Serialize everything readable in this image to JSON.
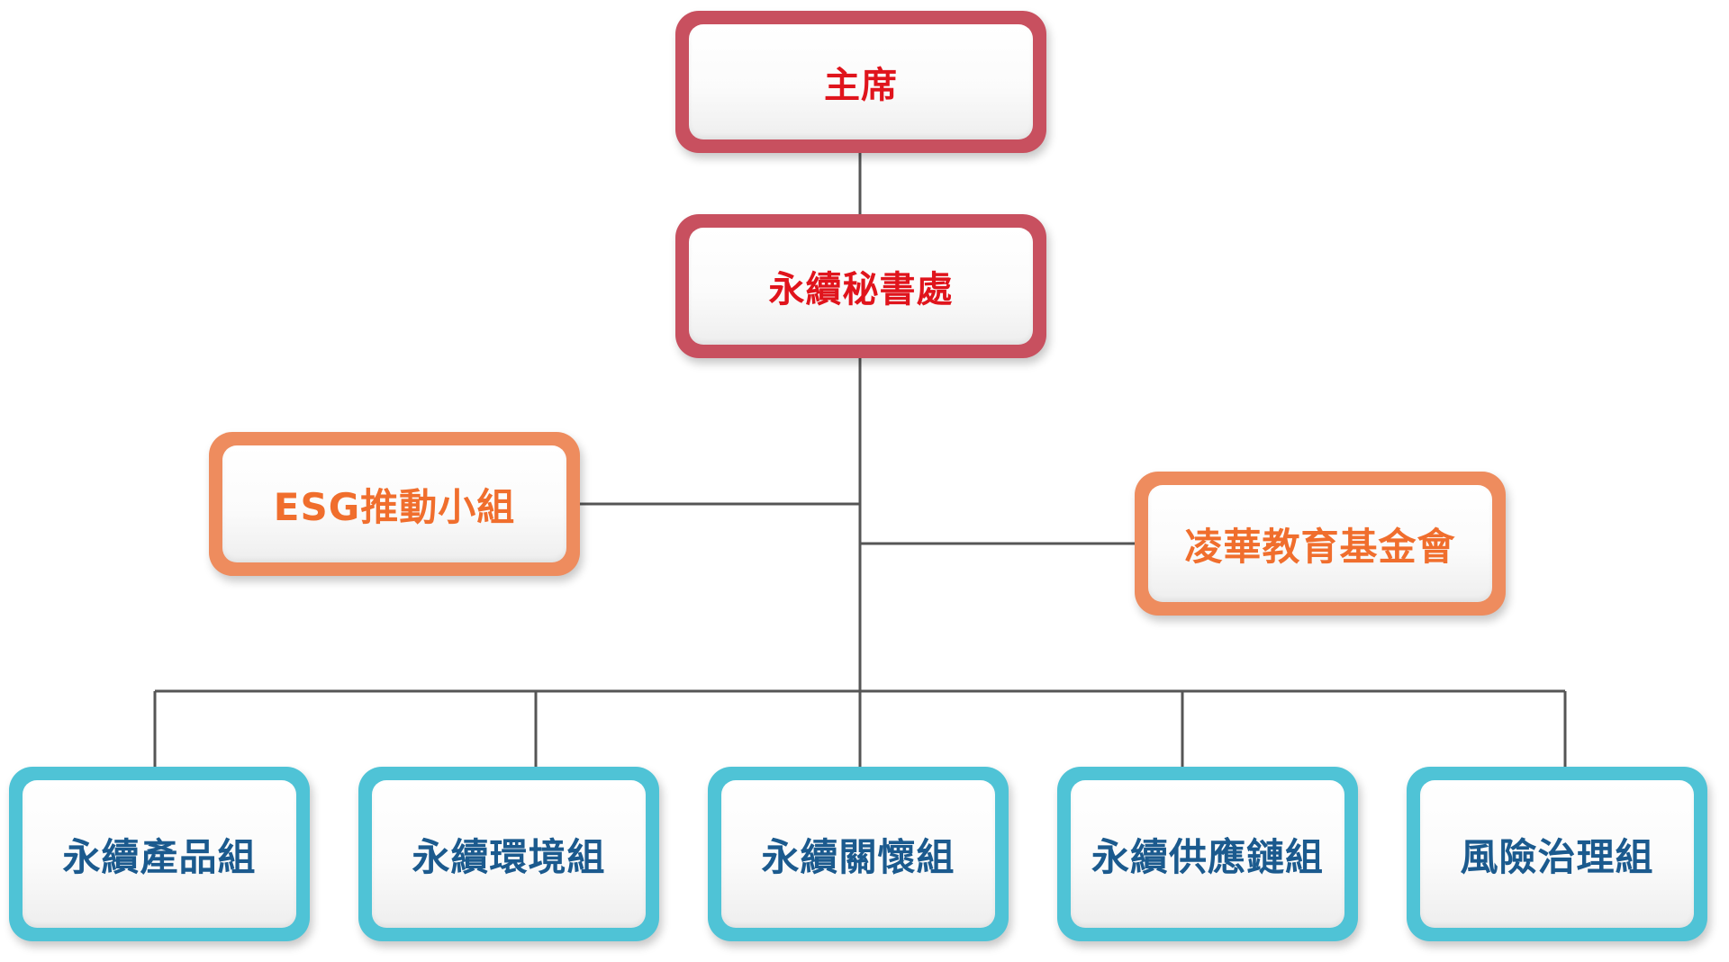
{
  "chart": {
    "top": [
      {
        "key": "chair",
        "label": "主席"
      },
      {
        "key": "secretariat",
        "label": "永續秘書處"
      }
    ],
    "side": [
      {
        "key": "esg",
        "label": "ESG推動小組"
      },
      {
        "key": "foundation",
        "label": "凌華教育基金會"
      }
    ],
    "groups": [
      {
        "key": "product",
        "label": "永續產品組"
      },
      {
        "key": "environment",
        "label": "永續環境組"
      },
      {
        "key": "care",
        "label": "永續關懷組"
      },
      {
        "key": "supply_chain",
        "label": "永續供應鏈組"
      },
      {
        "key": "risk",
        "label": "風險治理組"
      }
    ]
  },
  "colors": {
    "connector": "#555555",
    "leadership_border": "#c8505f",
    "leadership_text": "#e0141c",
    "side_border": "#ee8c5e",
    "side_text": "#f06e2d",
    "group_border": "#4fc3d6",
    "group_text": "#1b5a8e"
  }
}
